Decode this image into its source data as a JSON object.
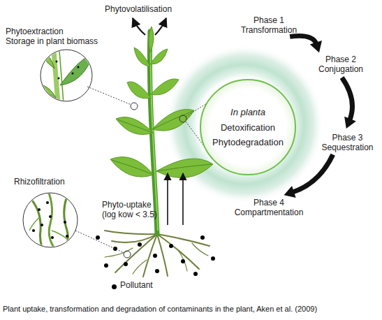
{
  "diagram": {
    "caption": "Plant uptake, transformation and degradation of contaminants in the plant, Aken et al. (2009)",
    "nodes": [
      {
        "text": [
          "Phase 1 Transformation"
        ]
      },
      {
        "text": [
          "Phase 2 Conjugation"
        ]
      },
      {
        "text": [
          "In planta",
          "Detoxification",
          "Phytodegradation"
        ]
      },
      {
        "text": [
          "Phase 3 Sequestration"
        ]
      },
      {
        "text": [
          "Phase 4 Compartmentation"
        ]
      }
    ],
    "edges": [
      {
        "from": 0,
        "to": 1,
        "arrow": "to"
      },
      {
        "from": 1,
        "to": 3,
        "arrow": "to"
      },
      {
        "from": 3,
        "to": 4,
        "arrow": "to"
      }
    ],
    "labels": [
      "Phytovolatilisation",
      "Phytoextraction",
      "Storage in plant biomass",
      "Rhizofiltration",
      "Phyto-uptake (log kow < 3.5)"
    ],
    "legend": [
      {
        "text": "Pollutant",
        "color": "#000000"
      }
    ]
  }
}
